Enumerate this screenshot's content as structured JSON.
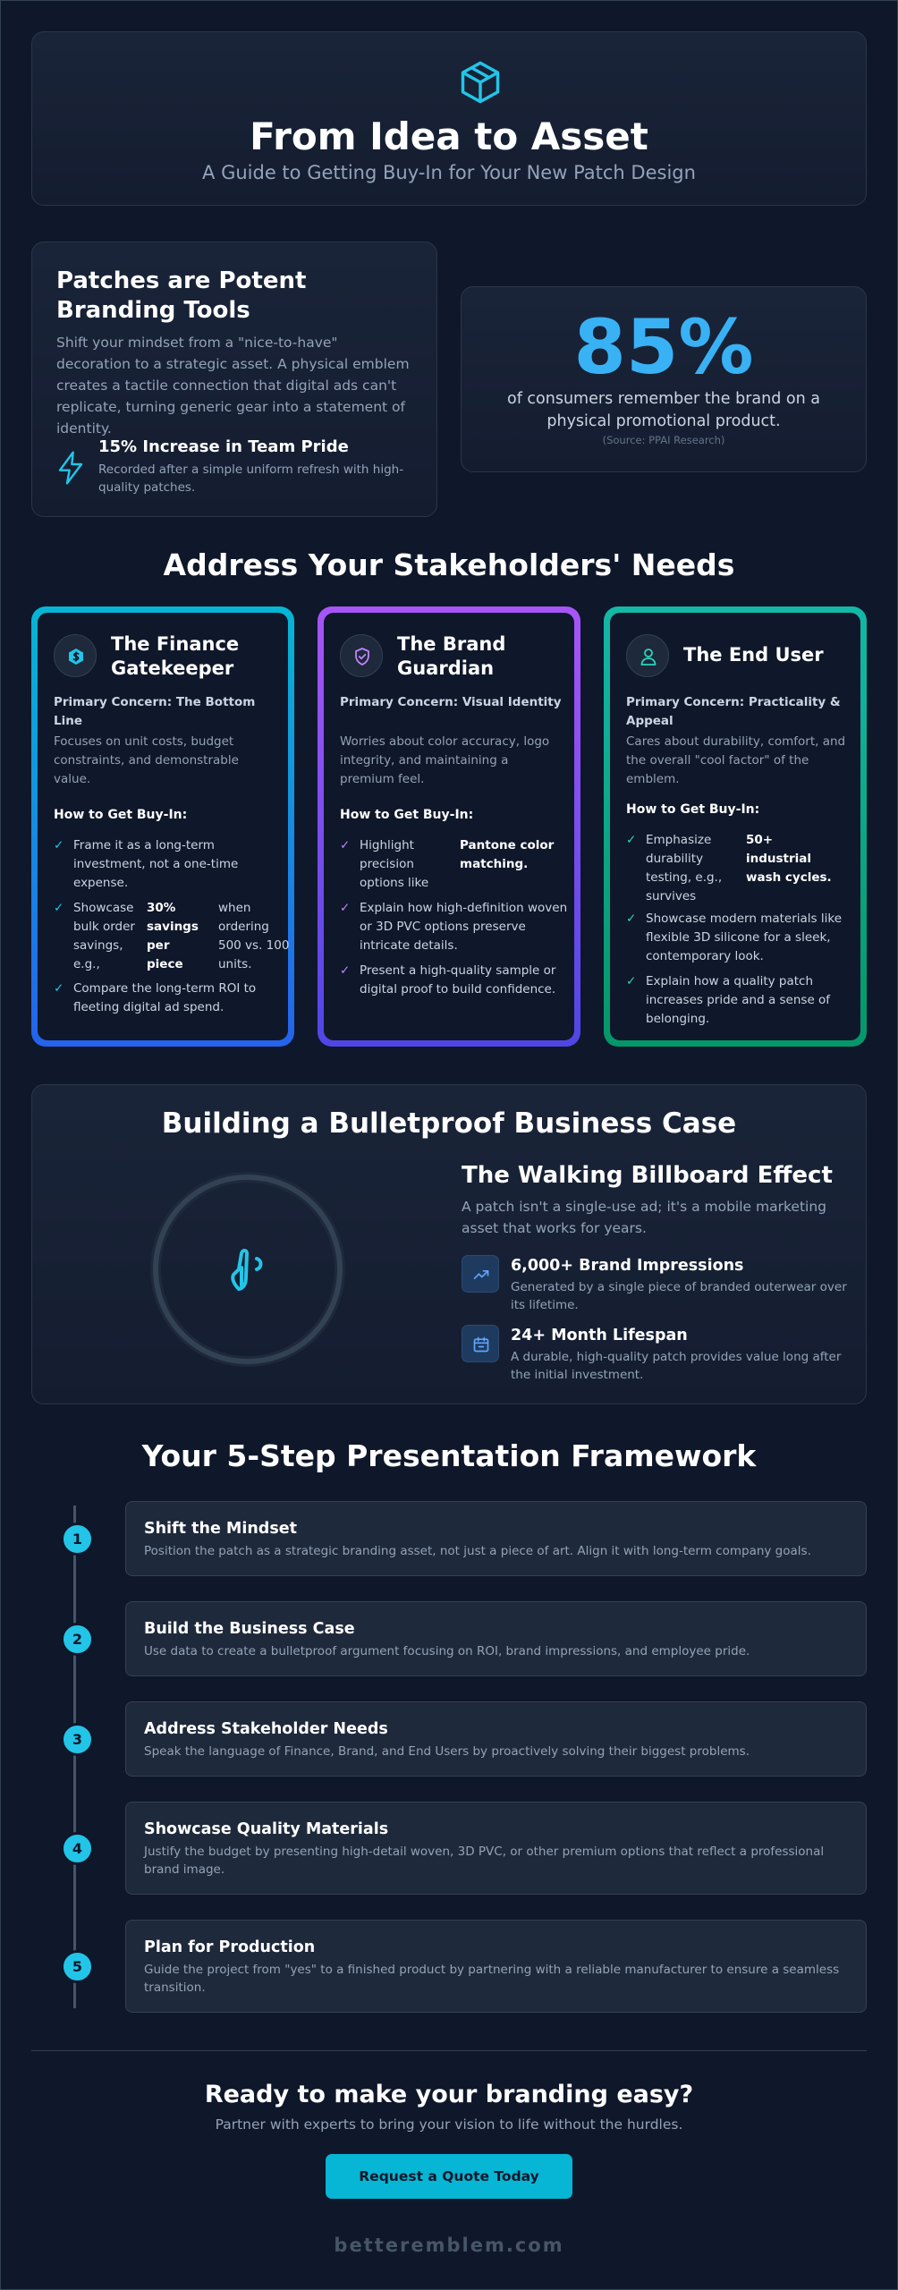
{
  "colors": {
    "background": "#0f172a",
    "accent": "#22c5e8",
    "stat": "#38b2f5",
    "finance": "#06b6d4",
    "brand": "#a855f7",
    "user": "#14b8a6"
  },
  "hero": {
    "icon": "box-icon",
    "title": "From Idea to Asset",
    "subtitle": "A Guide to Getting Buy-In for Your New Patch Design"
  },
  "potent": {
    "title": "Patches are Potent Branding Tools",
    "description": "Shift your mindset from a \"nice-to-have\" decoration to a strategic asset. A physical emblem creates a tactile connection that digital ads can't replicate, turning generic gear into a statement of identity.",
    "icon": "lightning-bolt-icon",
    "stat_title": "15% Increase in Team Pride",
    "stat_desc": "Recorded after a simple uniform refresh with high-quality patches."
  },
  "stat_card": {
    "value": "85%",
    "text": "of consumers remember the brand on a physical promotional product.",
    "source": "(Source: PPAI Research)"
  },
  "stakeholders": {
    "title": "Address Your Stakeholders' Needs",
    "how_label": "How to Get Buy-In:",
    "finance": {
      "icon": "dollar-icon",
      "title": "The Finance Gatekeeper",
      "concern": "Primary Concern: The Bottom Line",
      "concern_desc": "Focuses on unit costs, budget constraints, and demonstrable value.",
      "items": [
        "Frame it as a long-term investment, not a one-time expense.",
        "Showcase bulk order savings, e.g.,",
        "Compare the long-term ROI to fleeting digital ad spend."
      ],
      "item2_bold": "30% savings per piece",
      "item2_rest": "when ordering 500 vs. 100 units."
    },
    "brand": {
      "icon": "shield-check-icon",
      "title": "The Brand Guardian",
      "concern": "Primary Concern: Visual Identity",
      "concern_desc": "Worries about color accuracy, logo integrity, and maintaining a premium feel.",
      "items": [
        "Highlight precision options like",
        "Explain how high-definition woven or 3D PVC options preserve intricate details.",
        "Present a high-quality sample or digital proof to build confidence."
      ],
      "item1_bold": "Pantone color matching."
    },
    "user": {
      "icon": "user-icon",
      "title": "The End User",
      "concern": "Primary Concern: Practicality & Appeal",
      "concern_desc": "Cares about durability, comfort, and the overall \"cool factor\" of the emblem.",
      "items": [
        "Emphasize durability testing, e.g., survives",
        "Showcase modern materials like flexible 3D silicone for a sleek, contemporary look.",
        "Explain how a quality patch increases pride and a sense of belonging."
      ],
      "item1_bold": "50+ industrial wash cycles."
    }
  },
  "business": {
    "title": "Building a Bulletproof Business Case",
    "visual_icon": "hand-wave-icon",
    "effect_title": "The Walking Billboard Effect",
    "effect_desc": "A patch isn't a single-use ad; it's a mobile marketing asset that works for years.",
    "stats": [
      {
        "icon": "trending-up-icon",
        "title": "6,000+ Brand Impressions",
        "desc": "Generated by a single piece of branded outerwear over its lifetime."
      },
      {
        "icon": "calendar-icon",
        "title": "24+ Month Lifespan",
        "desc": "A durable, high-quality patch provides value long after the initial investment."
      }
    ]
  },
  "framework": {
    "title": "Your 5-Step Presentation Framework",
    "steps": [
      {
        "num": "1",
        "title": "Shift the Mindset",
        "desc": "Position the patch as a strategic branding asset, not just a piece of art. Align it with long-term company goals."
      },
      {
        "num": "2",
        "title": "Build the Business Case",
        "desc": "Use data to create a bulletproof argument focusing on ROI, brand impressions, and employee pride."
      },
      {
        "num": "3",
        "title": "Address Stakeholder Needs",
        "desc": "Speak the language of Finance, Brand, and End Users by proactively solving their biggest problems."
      },
      {
        "num": "4",
        "title": "Showcase Quality Materials",
        "desc": "Justify the budget by presenting high-detail woven, 3D PVC, or other premium options that reflect a professional brand image."
      },
      {
        "num": "5",
        "title": "Plan for Production",
        "desc": "Guide the project from \"yes\" to a finished product by partnering with a reliable manufacturer to ensure a seamless transition."
      }
    ]
  },
  "cta": {
    "title": "Ready to make your branding easy?",
    "desc": "Partner with experts to bring your vision to life without the hurdles.",
    "button": "Request a Quote Today"
  },
  "footer": {
    "brand": "betteremblem.com"
  }
}
